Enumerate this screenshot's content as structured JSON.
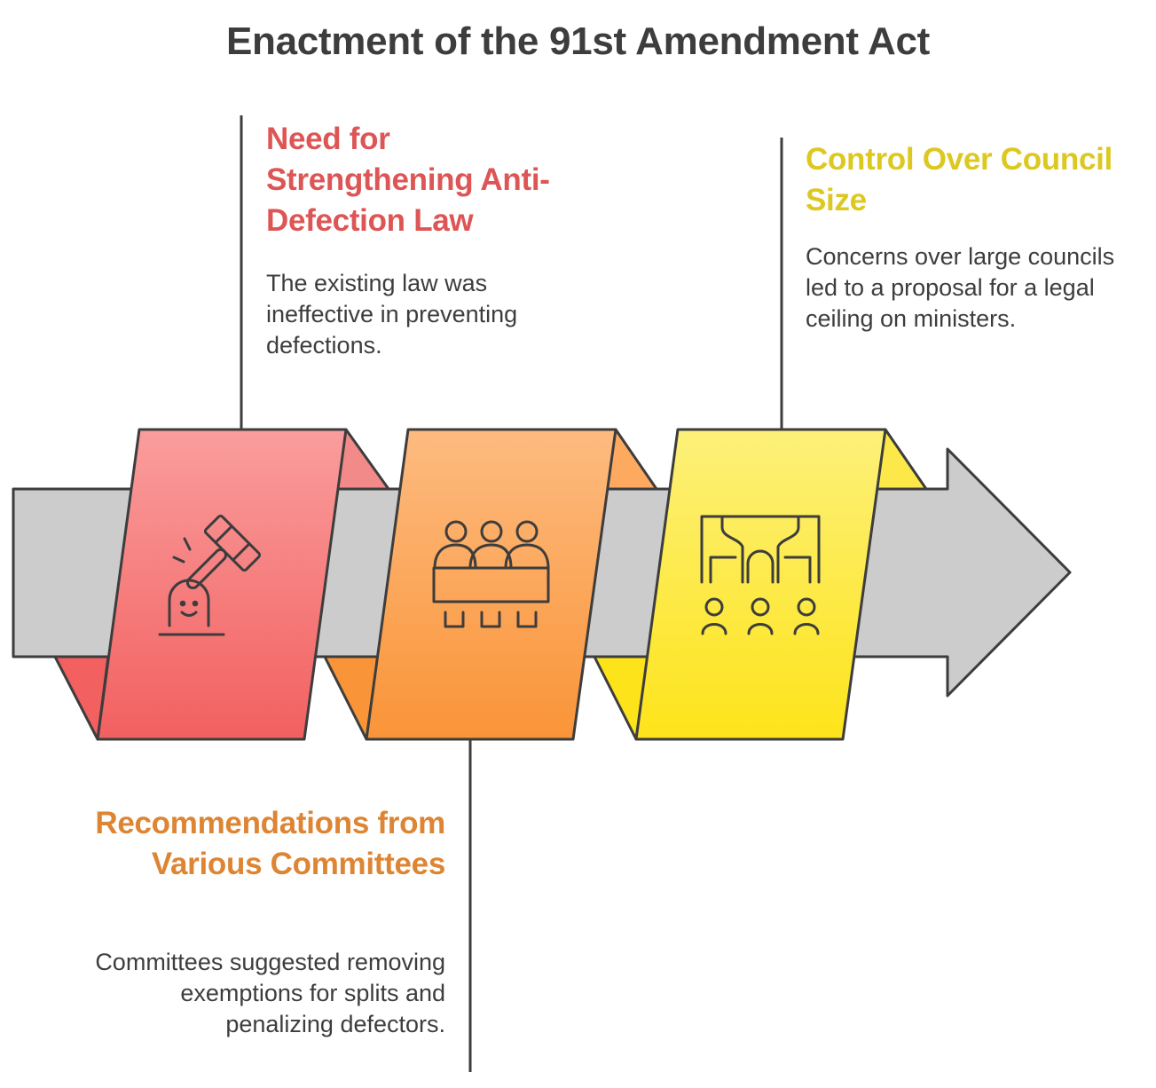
{
  "title": "Enactment of the 91st Amendment Act",
  "steps": [
    {
      "heading": "Need for Strengthening Anti-Defection Law",
      "description": "The existing law was ineffective in preventing defections.",
      "icon": "gavel-icon",
      "color": "#f26b6b"
    },
    {
      "heading": "Recommendations from Various Committees",
      "description": "Committees suggested removing exemptions for splits and penalizing defectors.",
      "icon": "committee-icon",
      "color": "#fb9a45"
    },
    {
      "heading": "Control Over Council Size",
      "description": "Concerns over large councils led to a proposal for a legal ceiling on ministers.",
      "icon": "council-chamber-icon",
      "color": "#fde725"
    }
  ],
  "colors": {
    "arrow": "#cccccc",
    "outline": "#3d3d3d",
    "heading_red": "#dd5555",
    "heading_orange": "#dd8533",
    "heading_yellow": "#ddc820"
  }
}
